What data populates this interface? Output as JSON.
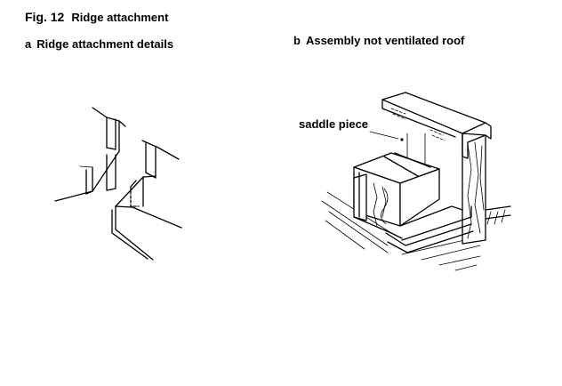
{
  "figure": {
    "number_label": "Fig. 12",
    "title": "Ridge attachment"
  },
  "panel_a": {
    "letter": "a",
    "title": "Ridge attachment details"
  },
  "panel_b": {
    "letter": "b",
    "title": "Assembly not ventilated roof",
    "callout": "saddle piece"
  },
  "colors": {
    "ink": "#000000",
    "paper": "#ffffff"
  }
}
